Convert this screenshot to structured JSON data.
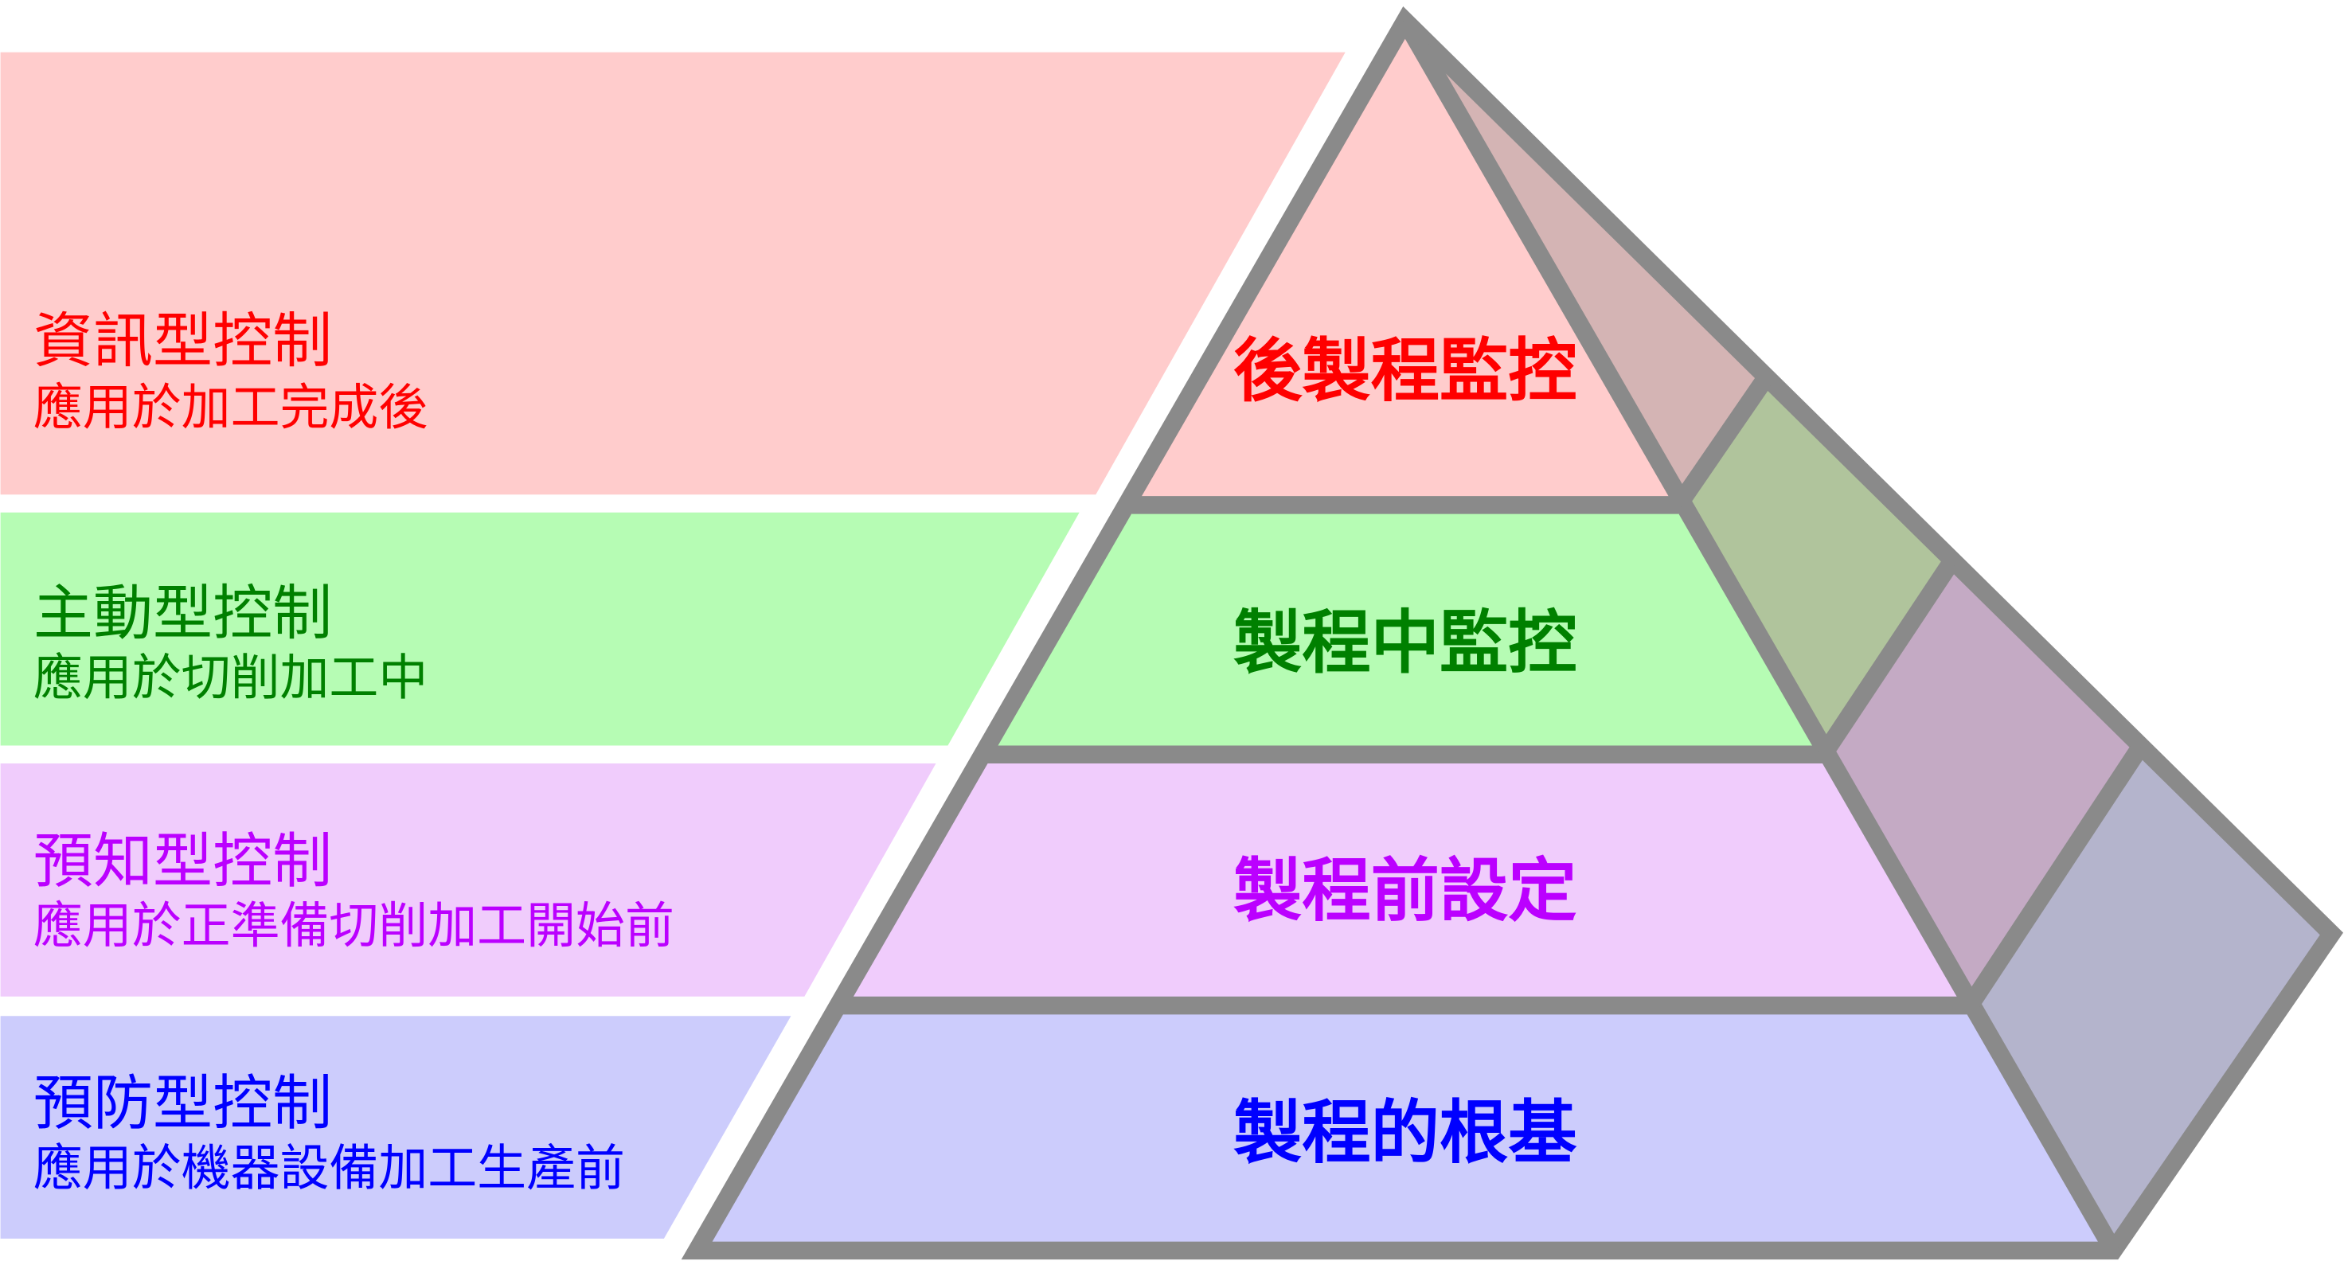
{
  "colors": {
    "red": "#ff0000",
    "green": "#008000",
    "purple": "#bb00ff",
    "blue": "#0000ff",
    "red_fill": "#ffcccc",
    "green_fill": "#b6fcb4",
    "purple_fill": "#f0ccfc",
    "blue_fill": "#ccccfc",
    "outline": "#8a8a8a"
  },
  "bands": [
    {
      "title": "資訊型控制",
      "subtitle": "應用於加工完成後"
    },
    {
      "title": "主動型控制",
      "subtitle": "應用於切削加工中"
    },
    {
      "title": "預知型控制",
      "subtitle": "應用於正準備切削加工開始前"
    },
    {
      "title": "預防型控制",
      "subtitle": "應用於機器設備加工生產前"
    }
  ],
  "pyramid": {
    "layers": [
      "後製程監控",
      "製程中監控",
      "製程前設定",
      "製程的根基"
    ]
  }
}
